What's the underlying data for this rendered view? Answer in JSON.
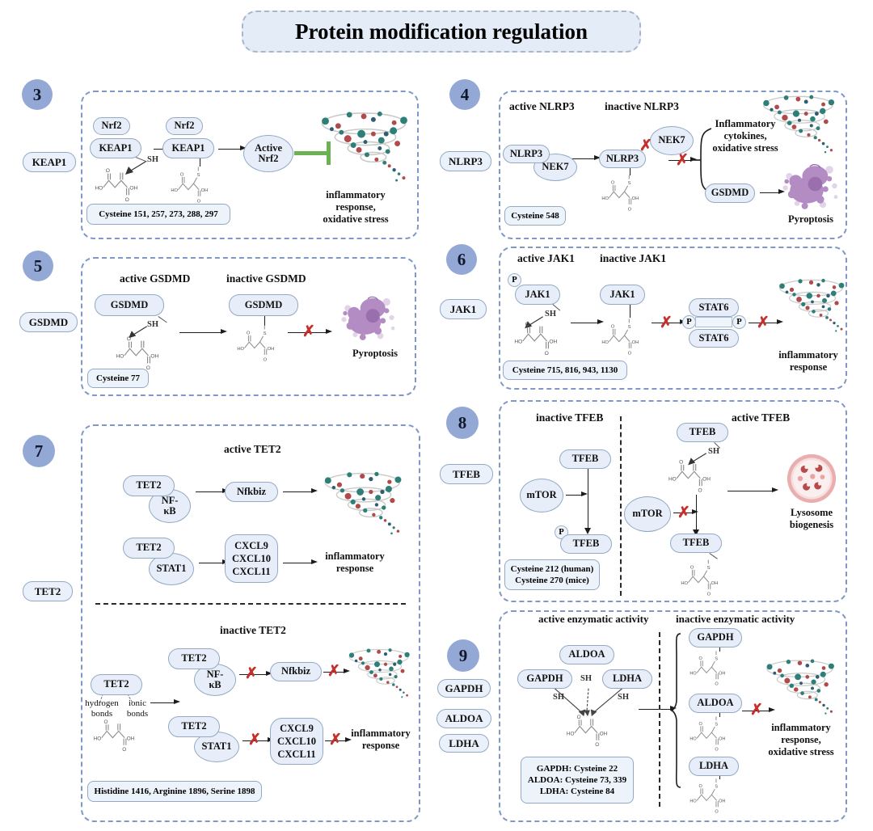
{
  "title": "Protein modification regulation",
  "colors": {
    "badge": "#93a8d4",
    "pill_fill": "#e7eef9",
    "pill_border": "#93a9c4",
    "panel_border": "#8198c6",
    "red_x": "#c4312c",
    "inhibitor_green": "#6cb152",
    "tornado_teal": "#2e7f78",
    "tornado_red": "#b14a4a",
    "pyroptosis_purple": "#b48cc4",
    "lysosome_pink": "#e9aeae"
  },
  "icons": {
    "tornado": "inflammation-storm-icon",
    "pyroptosis": "pyroptosis-cell-icon",
    "lysosome": "lysosome-icon",
    "chem_free": "itaconate-molecule-icon",
    "chem_s": "itaconate-cysteine-adduct-icon",
    "block_x": "blocked-x-icon",
    "inhibit": "inhibition-bar-icon",
    "chemistry_atom_labels": [
      "HO",
      "O",
      "OH",
      "S"
    ]
  },
  "panels": {
    "p3": {
      "num": "3",
      "side": "KEAP1",
      "nrf2": "Nrf2",
      "keap1": "KEAP1",
      "sh": "SH",
      "active_nrf2": "Active\nNrf2",
      "outcome": "inflammatory\nresponse,\noxidative stress",
      "residues": "Cysteine 151, 257, 273, 288, 297"
    },
    "p4": {
      "num": "4",
      "side": "NLRP3",
      "h_active": "active NLRP3",
      "h_inactive": "inactive NLRP3",
      "nlrp3": "NLRP3",
      "nek7": "NEK7",
      "outcome1": "Inflammatory\ncytokines,\noxidative stress",
      "gsdmd": "GSDMD",
      "outcome2": "Pyroptosis",
      "residues": "Cysteine 548"
    },
    "p5": {
      "num": "5",
      "side": "GSDMD",
      "h_active": "active GSDMD",
      "h_inactive": "inactive GSDMD",
      "gsdmd": "GSDMD",
      "sh": "SH",
      "outcome": "Pyroptosis",
      "residues": "Cysteine 77"
    },
    "p6": {
      "num": "6",
      "side": "JAK1",
      "h_active": "active JAK1",
      "h_inactive": "inactive JAK1",
      "p": "P",
      "jak1": "JAK1",
      "sh": "SH",
      "stat6": "STAT6",
      "outcome": "inflammatory\nresponse",
      "residues": "Cysteine 715, 816, 943, 1130"
    },
    "p7": {
      "num": "7",
      "side": "TET2",
      "h_active": "active TET2",
      "h_inactive": "inactive TET2",
      "tet2": "TET2",
      "nfkb": "NF-\nκB",
      "nfkbiz": "Nfkbiz",
      "stat1": "STAT1",
      "cxcl": "CXCL9\nCXCL10\nCXCL11",
      "outcome": "inflammatory\nresponse",
      "hydrogen": "hydrogen\nbonds",
      "ionic": "ionic\nbonds",
      "residues": "Histidine 1416, Arginine 1896, Serine 1898"
    },
    "p8": {
      "num": "8",
      "side": "TFEB",
      "h_inactive": "inactive TFEB",
      "h_active": "active TFEB",
      "tfeb": "TFEB",
      "mtor": "mTOR",
      "p": "P",
      "sh": "SH",
      "outcome": "Lysosome\nbiogenesis",
      "residues": "Cysteine 212 (human)\nCysteine 270 (mice)"
    },
    "p9": {
      "num": "9",
      "side1": "GAPDH",
      "side2": "ALDOA",
      "side3": "LDHA",
      "h_active": "active enzymatic activity",
      "h_inactive": "inactive enzymatic activity",
      "gapdh": "GAPDH",
      "aldoa": "ALDOA",
      "ldha": "LDHA",
      "sh": "SH",
      "outcome": "inflammatory\nresponse,\noxidative stress",
      "residues": "GAPDH: Cysteine 22\nALDOA: Cysteine 73, 339\nLDHA: Cysteine 84"
    }
  }
}
